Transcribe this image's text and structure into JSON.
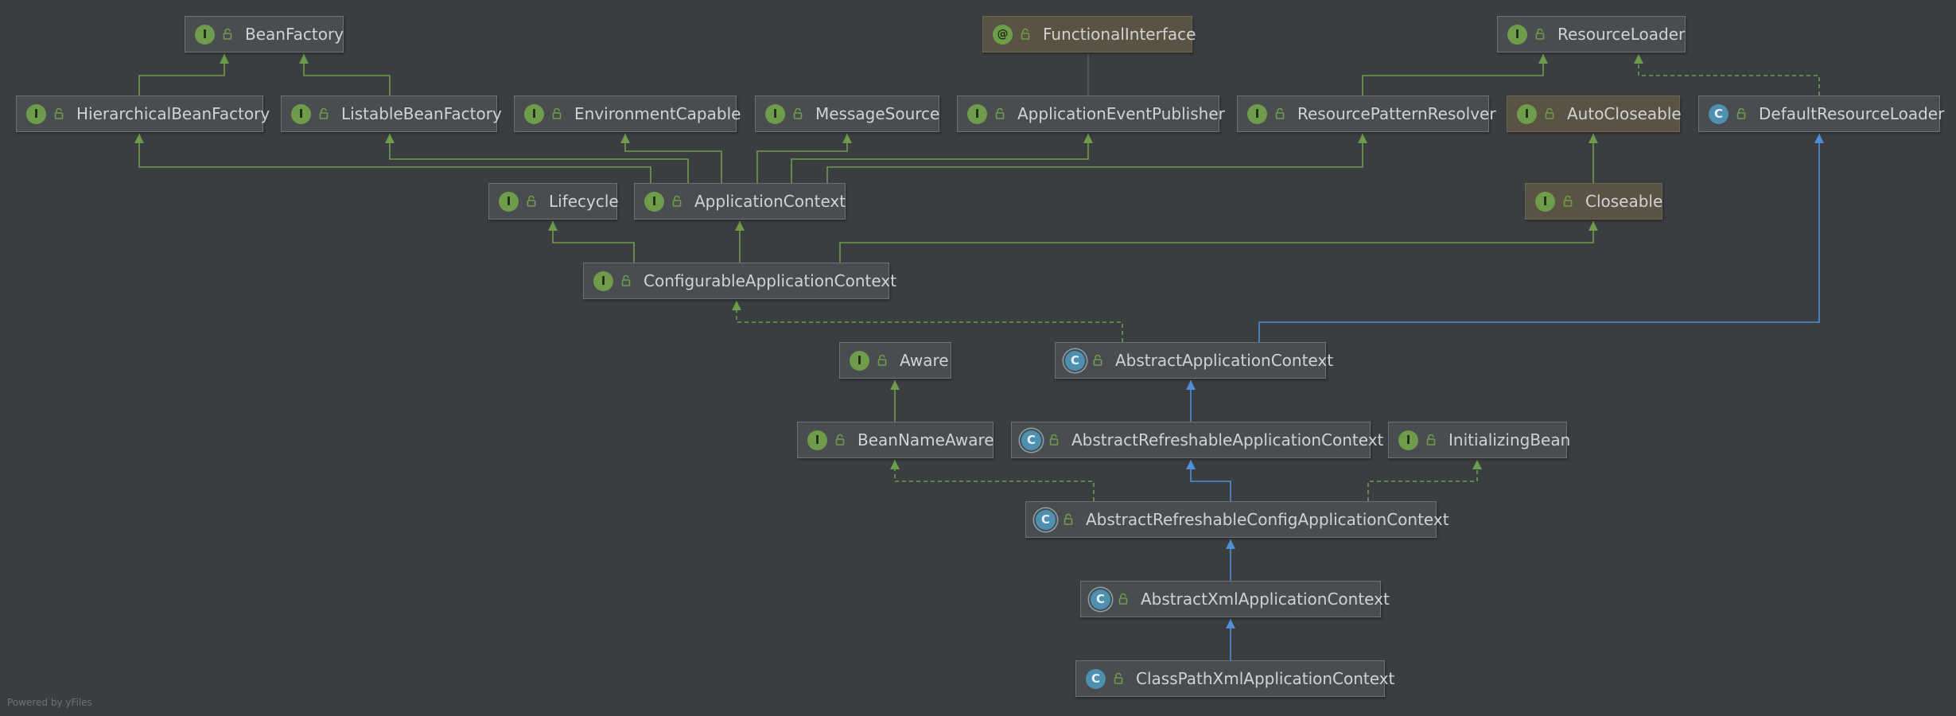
{
  "nodes": [
    {
      "id": "bean-factory",
      "label": "BeanFactory",
      "kind": "interface",
      "glyph": "I"
    },
    {
      "id": "functional-interface",
      "label": "FunctionalInterface",
      "kind": "annotation",
      "glyph": "@",
      "highlight": "brown"
    },
    {
      "id": "resource-loader",
      "label": "ResourceLoader",
      "kind": "interface",
      "glyph": "I"
    },
    {
      "id": "hierarchical-bean-factory",
      "label": "HierarchicalBeanFactory",
      "kind": "interface",
      "glyph": "I"
    },
    {
      "id": "listable-bean-factory",
      "label": "ListableBeanFactory",
      "kind": "interface",
      "glyph": "I"
    },
    {
      "id": "environment-capable",
      "label": "EnvironmentCapable",
      "kind": "interface",
      "glyph": "I"
    },
    {
      "id": "message-source",
      "label": "MessageSource",
      "kind": "interface",
      "glyph": "I"
    },
    {
      "id": "application-event-publisher",
      "label": "ApplicationEventPublisher",
      "kind": "interface",
      "glyph": "I"
    },
    {
      "id": "resource-pattern-resolver",
      "label": "ResourcePatternResolver",
      "kind": "interface",
      "glyph": "I"
    },
    {
      "id": "auto-closeable",
      "label": "AutoCloseable",
      "kind": "interface",
      "glyph": "I",
      "highlight": "brown"
    },
    {
      "id": "default-resource-loader",
      "label": "DefaultResourceLoader",
      "kind": "class",
      "glyph": "C"
    },
    {
      "id": "lifecycle",
      "label": "Lifecycle",
      "kind": "interface",
      "glyph": "I"
    },
    {
      "id": "application-context",
      "label": "ApplicationContext",
      "kind": "interface",
      "glyph": "I"
    },
    {
      "id": "closeable",
      "label": "Closeable",
      "kind": "interface",
      "glyph": "I",
      "highlight": "brown"
    },
    {
      "id": "configurable-application-context",
      "label": "ConfigurableApplicationContext",
      "kind": "interface",
      "glyph": "I"
    },
    {
      "id": "aware",
      "label": "Aware",
      "kind": "interface",
      "glyph": "I"
    },
    {
      "id": "abstract-application-context",
      "label": "AbstractApplicationContext",
      "kind": "abstract",
      "glyph": "C"
    },
    {
      "id": "bean-name-aware",
      "label": "BeanNameAware",
      "kind": "interface",
      "glyph": "I"
    },
    {
      "id": "abstract-refreshable-application-context",
      "label": "AbstractRefreshableApplicationContext",
      "kind": "abstract",
      "glyph": "C"
    },
    {
      "id": "initializing-bean",
      "label": "InitializingBean",
      "kind": "interface",
      "glyph": "I"
    },
    {
      "id": "abstract-refreshable-config-application-context",
      "label": "AbstractRefreshableConfigApplicationContext",
      "kind": "abstract",
      "glyph": "C"
    },
    {
      "id": "abstract-xml-application-context",
      "label": "AbstractXmlApplicationContext",
      "kind": "abstract",
      "glyph": "C"
    },
    {
      "id": "class-path-xml-application-context",
      "label": "ClassPathXmlApplicationContext",
      "kind": "class",
      "glyph": "C"
    }
  ],
  "edges": [
    {
      "from": "hierarchical-bean-factory",
      "to": "bean-factory",
      "type": "extends"
    },
    {
      "from": "listable-bean-factory",
      "to": "bean-factory",
      "type": "extends"
    },
    {
      "from": "resource-pattern-resolver",
      "to": "resource-loader",
      "type": "extends"
    },
    {
      "from": "default-resource-loader",
      "to": "resource-loader",
      "type": "implements"
    },
    {
      "from": "application-event-publisher",
      "to": "functional-interface",
      "type": "annotated"
    },
    {
      "from": "closeable",
      "to": "auto-closeable",
      "type": "extends"
    },
    {
      "from": "application-context",
      "to": "hierarchical-bean-factory",
      "type": "extends"
    },
    {
      "from": "application-context",
      "to": "listable-bean-factory",
      "type": "extends"
    },
    {
      "from": "application-context",
      "to": "environment-capable",
      "type": "extends"
    },
    {
      "from": "application-context",
      "to": "message-source",
      "type": "extends"
    },
    {
      "from": "application-context",
      "to": "application-event-publisher",
      "type": "extends"
    },
    {
      "from": "application-context",
      "to": "resource-pattern-resolver",
      "type": "extends"
    },
    {
      "from": "configurable-application-context",
      "to": "lifecycle",
      "type": "extends"
    },
    {
      "from": "configurable-application-context",
      "to": "application-context",
      "type": "extends"
    },
    {
      "from": "configurable-application-context",
      "to": "closeable",
      "type": "extends"
    },
    {
      "from": "abstract-application-context",
      "to": "configurable-application-context",
      "type": "implements"
    },
    {
      "from": "abstract-application-context",
      "to": "default-resource-loader",
      "type": "class-extends"
    },
    {
      "from": "bean-name-aware",
      "to": "aware",
      "type": "extends"
    },
    {
      "from": "abstract-refreshable-application-context",
      "to": "abstract-application-context",
      "type": "class-extends"
    },
    {
      "from": "abstract-refreshable-config-application-context",
      "to": "abstract-refreshable-application-context",
      "type": "class-extends"
    },
    {
      "from": "abstract-refreshable-config-application-context",
      "to": "bean-name-aware",
      "type": "implements"
    },
    {
      "from": "abstract-refreshable-config-application-context",
      "to": "initializing-bean",
      "type": "implements"
    },
    {
      "from": "abstract-xml-application-context",
      "to": "abstract-refreshable-config-application-context",
      "type": "class-extends"
    },
    {
      "from": "class-path-xml-application-context",
      "to": "abstract-xml-application-context",
      "type": "class-extends"
    }
  ],
  "colors": {
    "interface_edge": "#6e9c4b",
    "class_edge": "#4f8fd6",
    "annotation_edge": "#5a5d60"
  },
  "footer": "Powered by yFiles"
}
